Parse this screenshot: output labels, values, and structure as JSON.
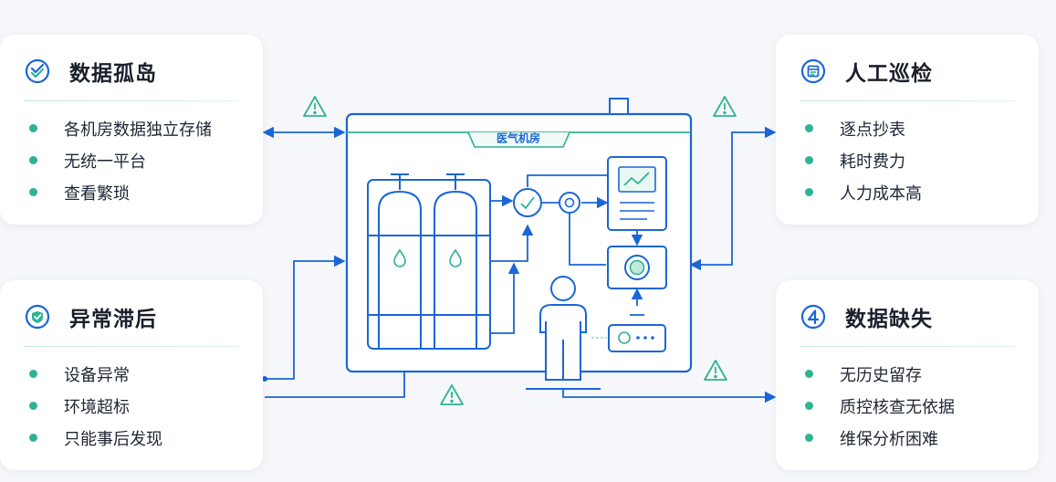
{
  "colors": {
    "accent_blue": "#1a66d6",
    "accent_teal": "#2fb295",
    "panel_bg": "#ffffff",
    "page_bg": "#f5f7fa"
  },
  "cards": [
    {
      "id": "data-silo",
      "title": "数据孤岛",
      "icon": "check-badge-icon",
      "items": [
        "各机房数据独立存储",
        "无统一平台",
        "查看繁琐"
      ]
    },
    {
      "id": "delayed-alarm",
      "title": "异常滞后",
      "icon": "shield-check-icon",
      "items": [
        "设备异常",
        "环境超标",
        "只能事后发现"
      ]
    },
    {
      "id": "manual-inspection",
      "title": "人工巡检",
      "icon": "calendar-icon",
      "items": [
        "逐点抄表",
        "耗时费力",
        "人力成本高"
      ]
    },
    {
      "id": "data-missing",
      "title": "数据缺失",
      "icon": "number-four-icon",
      "items": [
        "无历史留存",
        "质控核查无依据",
        "维保分析困难"
      ]
    }
  ],
  "room": {
    "label": "医气机房"
  }
}
